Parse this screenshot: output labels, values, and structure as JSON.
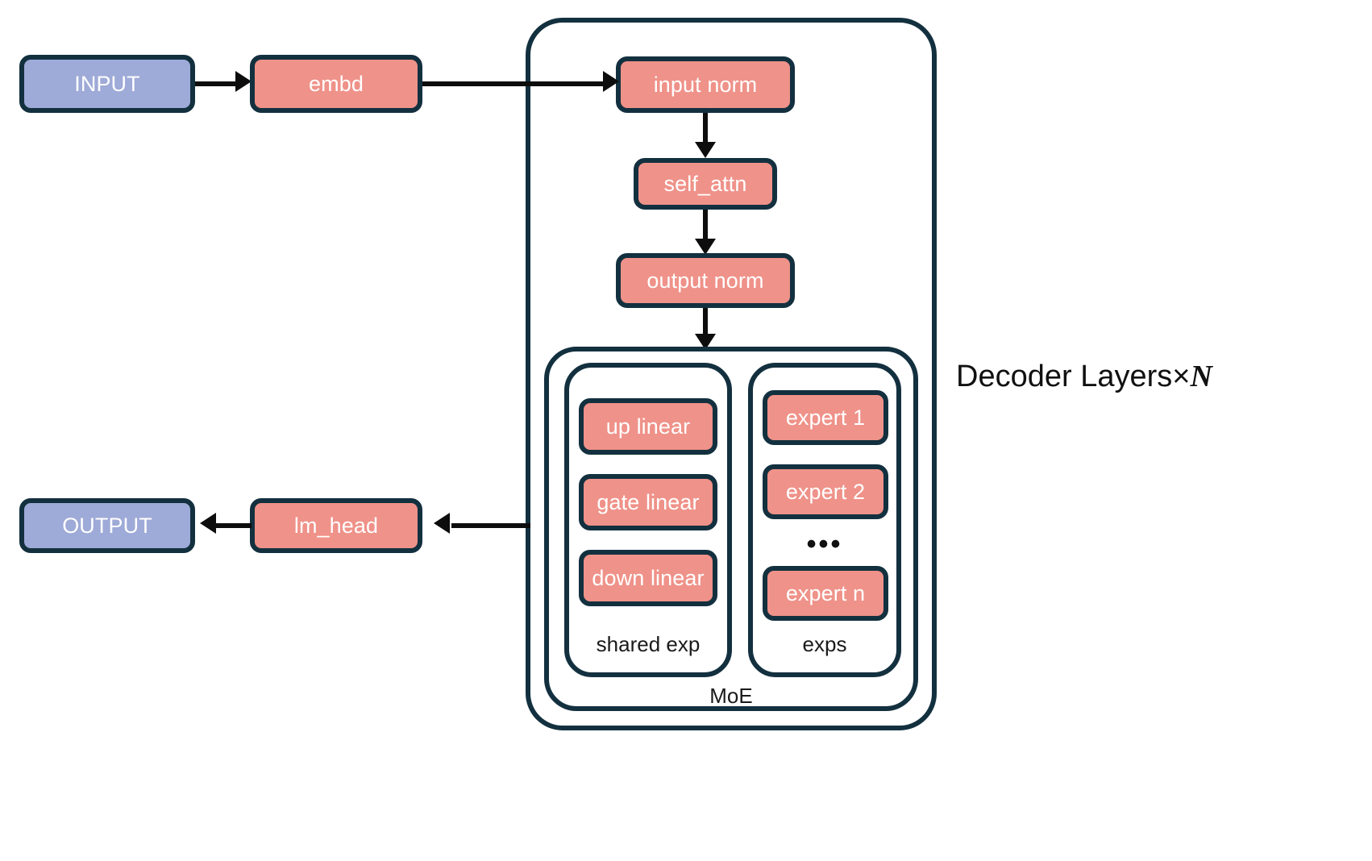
{
  "diagram": {
    "title_caption": {
      "text": "Decoder Layers×",
      "repeat_symbol": "N"
    },
    "colors": {
      "border": "#13303f",
      "salmon": "#ef9289",
      "blue": "#9eaad7",
      "connector": "#0d0d0d",
      "background": "#ffffff",
      "label_text": "#1a1a1a",
      "node_text": "#ffffff"
    },
    "io_nodes": [
      {
        "id": "input",
        "label": "INPUT",
        "style": "blue"
      },
      {
        "id": "embd",
        "label": "embd",
        "style": "salmon"
      },
      {
        "id": "output",
        "label": "OUTPUT",
        "style": "blue"
      },
      {
        "id": "lmhead",
        "label": "lm_head",
        "style": "salmon"
      }
    ],
    "decoder": {
      "container_label": "",
      "blocks": [
        {
          "id": "input_norm",
          "label": "input norm",
          "style": "salmon"
        },
        {
          "id": "self_attn",
          "label": "self_attn",
          "style": "salmon"
        },
        {
          "id": "output_norm",
          "label": "output norm",
          "style": "salmon"
        }
      ],
      "moe": {
        "label": "MoE",
        "shared_expert": {
          "label": "shared exp",
          "layers": [
            {
              "id": "up_linear",
              "label": "up linear",
              "style": "salmon"
            },
            {
              "id": "gate_linear",
              "label": "gate linear",
              "style": "salmon"
            },
            {
              "id": "down_linear",
              "label": "down linear",
              "style": "salmon"
            }
          ]
        },
        "experts": {
          "label": "exps",
          "items": [
            {
              "id": "expert_1",
              "label": "expert 1",
              "style": "salmon"
            },
            {
              "id": "expert_2",
              "label": "expert 2",
              "style": "salmon"
            }
          ],
          "ellipsis": "•••",
          "last": {
            "id": "expert_n",
            "label": "expert n",
            "style": "salmon"
          }
        }
      }
    },
    "edges": [
      {
        "from": "input",
        "to": "embd",
        "direction": "right"
      },
      {
        "from": "embd",
        "to": "input_norm",
        "direction": "right"
      },
      {
        "from": "input_norm",
        "to": "self_attn",
        "direction": "down"
      },
      {
        "from": "self_attn",
        "to": "output_norm",
        "direction": "down"
      },
      {
        "from": "output_norm",
        "to": "moe",
        "direction": "down"
      },
      {
        "from": "decoder",
        "to": "lmhead",
        "direction": "left"
      },
      {
        "from": "lmhead",
        "to": "output",
        "direction": "left"
      }
    ]
  }
}
